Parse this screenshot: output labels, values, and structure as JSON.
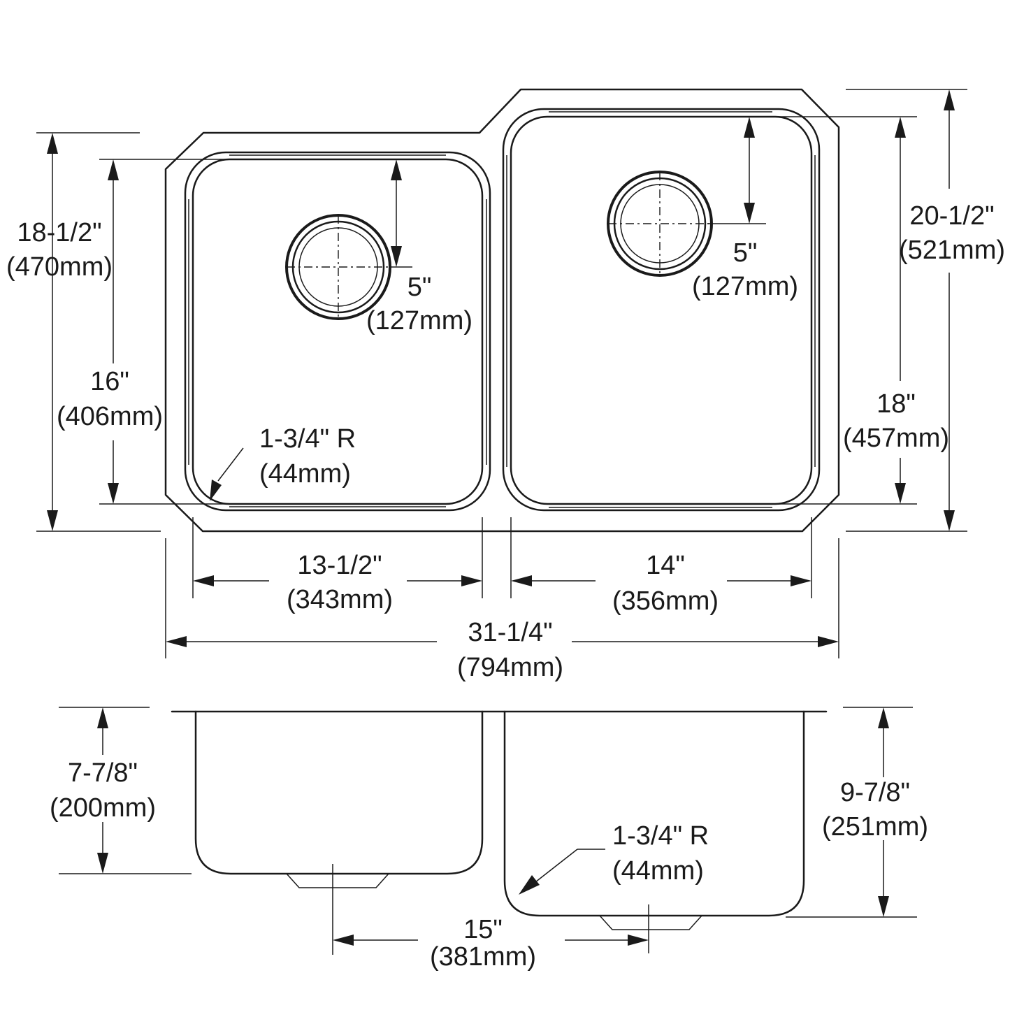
{
  "colors": {
    "line": "#1a1a1a",
    "background": "#ffffff"
  },
  "plan_view": {
    "overall_depth": {
      "inches": "18-1/2\"",
      "mm": "(470mm)"
    },
    "left_bowl_depth": {
      "inches": "16\"",
      "mm": "(406mm)"
    },
    "left_drain_offset": {
      "inches": "5\"",
      "mm": "(127mm)"
    },
    "left_corner_radius": {
      "inches": "1-3/4\" R",
      "mm": "(44mm)"
    },
    "right_drain_offset": {
      "inches": "5\"",
      "mm": "(127mm)"
    },
    "right_overall_depth": {
      "inches": "20-1/2\"",
      "mm": "(521mm)"
    },
    "right_bowl_depth": {
      "inches": "18\"",
      "mm": "(457mm)"
    },
    "left_bowl_width": {
      "inches": "13-1/2\"",
      "mm": "(343mm)"
    },
    "right_bowl_width": {
      "inches": "14\"",
      "mm": "(356mm)"
    },
    "overall_width": {
      "inches": "31-1/4\"",
      "mm": "(794mm)"
    }
  },
  "elevation_view": {
    "left_bowl_height": {
      "inches": "7-7/8\"",
      "mm": "(200mm)"
    },
    "right_bowl_height": {
      "inches": "9-7/8\"",
      "mm": "(251mm)"
    },
    "bottom_corner_radius": {
      "inches": "1-3/4\" R",
      "mm": "(44mm)"
    },
    "drain_spacing": {
      "inches": "15\"",
      "mm": "(381mm)"
    }
  }
}
